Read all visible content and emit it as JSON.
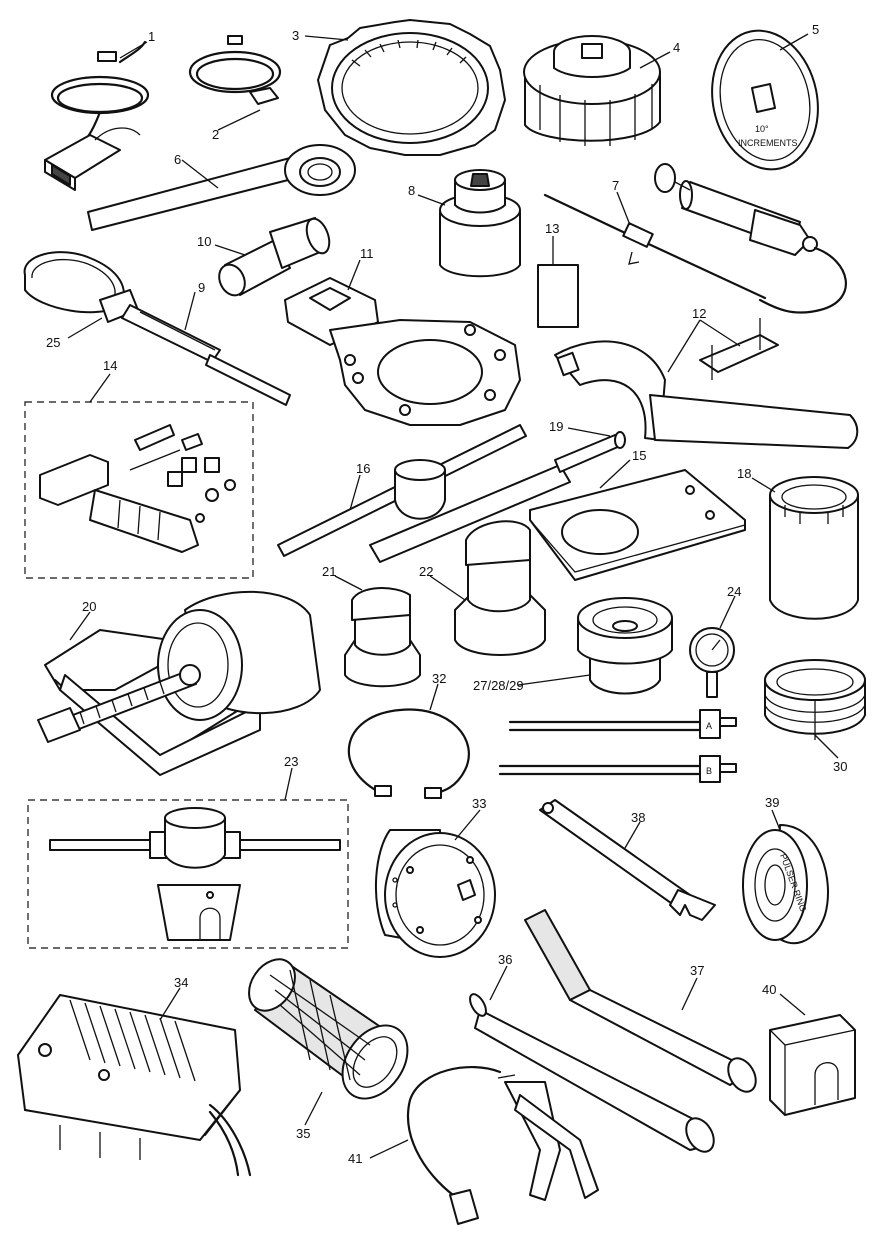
{
  "callouts": {
    "c1": "1",
    "c2": "2",
    "c3": "3",
    "c4": "4",
    "c5": "5",
    "c6": "6",
    "c7": "7",
    "c8": "8",
    "c9": "9",
    "c10": "10",
    "c11": "11",
    "c12": "12",
    "c13": "13",
    "c14": "14",
    "c15": "15",
    "c16": "16",
    "c18": "18",
    "c19": "19",
    "c20": "20",
    "c21": "21",
    "c22": "22",
    "c23": "23",
    "c24": "24",
    "c25": "25",
    "c272829": "27/28/29",
    "c30": "30",
    "c32": "32",
    "c33": "33",
    "c34": "34",
    "c35": "35",
    "c36": "36",
    "c37": "37",
    "c38": "38",
    "c39": "39",
    "c40": "40",
    "c41": "41"
  },
  "tool_markings": {
    "disc_line1": "10°",
    "disc_line2": "INCREMENTS",
    "ring_text": "PULSER RING",
    "hose_a": "A",
    "hose_b": "B"
  }
}
